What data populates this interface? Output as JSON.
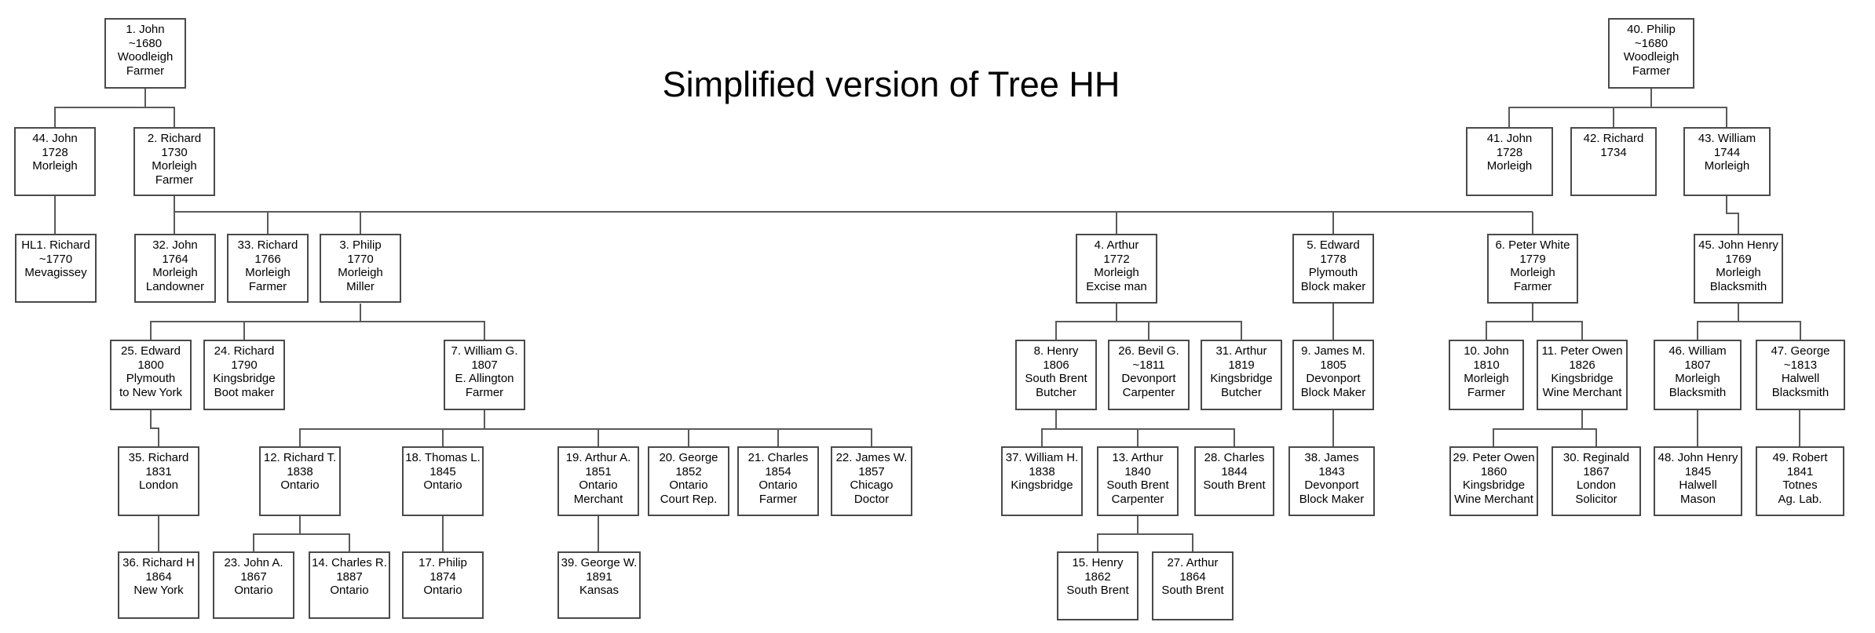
{
  "title": "Simplified version of Tree HH",
  "diagram_type": "family-tree",
  "persons": {
    "p1": {
      "lines": [
        "1. John",
        "~1680",
        "Woodleigh",
        "Farmer"
      ]
    },
    "p40": {
      "lines": [
        "40. Philip",
        "~1680",
        "Woodleigh",
        "Farmer"
      ]
    },
    "p44": {
      "lines": [
        "44. John",
        "1728",
        "Morleigh"
      ]
    },
    "p2": {
      "lines": [
        "2. Richard",
        "1730",
        "Morleigh",
        "Farmer"
      ]
    },
    "p41": {
      "lines": [
        "41. John",
        "1728",
        "Morleigh"
      ]
    },
    "p42": {
      "lines": [
        "42. Richard",
        "1734"
      ]
    },
    "p43": {
      "lines": [
        "43. William",
        "1744",
        "Morleigh"
      ]
    },
    "pHL1": {
      "lines": [
        "HL1. Richard",
        "~1770",
        "Mevagissey"
      ]
    },
    "p32": {
      "lines": [
        "32. John",
        "1764",
        "Morleigh",
        "Landowner"
      ]
    },
    "p33": {
      "lines": [
        "33. Richard",
        "1766",
        "Morleigh",
        "Farmer"
      ]
    },
    "p3": {
      "lines": [
        "3. Philip",
        "1770",
        "Morleigh",
        "Miller"
      ]
    },
    "p4": {
      "lines": [
        "4. Arthur",
        "1772",
        "Morleigh",
        "Excise man"
      ]
    },
    "p5": {
      "lines": [
        "5. Edward",
        "1778",
        "Plymouth",
        "Block maker"
      ]
    },
    "p6": {
      "lines": [
        "6. Peter White",
        "1779",
        "Morleigh",
        "Farmer"
      ]
    },
    "p45": {
      "lines": [
        "45. John Henry",
        "1769",
        "Morleigh",
        "Blacksmith"
      ]
    },
    "p25": {
      "lines": [
        "25. Edward",
        "1800",
        "Plymouth",
        "to New York"
      ]
    },
    "p24": {
      "lines": [
        "24. Richard",
        "1790",
        "Kingsbridge",
        "Boot maker"
      ]
    },
    "p7": {
      "lines": [
        "7. William G.",
        "1807",
        "E. Allington",
        "Farmer"
      ]
    },
    "p8": {
      "lines": [
        "8. Henry",
        "1806",
        "South Brent",
        "Butcher"
      ]
    },
    "p26": {
      "lines": [
        "26. Bevil G.",
        "~1811",
        "Devonport",
        "Carpenter"
      ]
    },
    "p31": {
      "lines": [
        "31. Arthur",
        "1819",
        "Kingsbridge",
        "Butcher"
      ]
    },
    "p9": {
      "lines": [
        "9. James M.",
        "1805",
        "Devonport",
        "Block Maker"
      ]
    },
    "p10": {
      "lines": [
        "10. John",
        "1810",
        "Morleigh",
        "Farmer"
      ]
    },
    "p11": {
      "lines": [
        "11. Peter Owen",
        "1826",
        "Kingsbridge",
        "Wine Merchant"
      ]
    },
    "p46": {
      "lines": [
        "46. William",
        "1807",
        "Morleigh",
        "Blacksmith"
      ]
    },
    "p47": {
      "lines": [
        "47. George",
        "~1813",
        "Halwell",
        "Blacksmith"
      ]
    },
    "p35": {
      "lines": [
        "35. Richard",
        "1831",
        "London"
      ]
    },
    "p12": {
      "lines": [
        "12. Richard T.",
        "1838",
        "Ontario"
      ]
    },
    "p18": {
      "lines": [
        "18. Thomas L.",
        "1845",
        "Ontario"
      ]
    },
    "p19": {
      "lines": [
        "19. Arthur A.",
        "1851",
        "Ontario",
        "Merchant"
      ]
    },
    "p20": {
      "lines": [
        "20. George",
        "1852",
        "Ontario",
        "Court Rep."
      ]
    },
    "p21": {
      "lines": [
        "21. Charles",
        "1854",
        "Ontario",
        "Farmer"
      ]
    },
    "p22": {
      "lines": [
        "22. James W.",
        "1857",
        "Chicago",
        "Doctor"
      ]
    },
    "p37": {
      "lines": [
        "37. William H.",
        "1838",
        "Kingsbridge"
      ]
    },
    "p13": {
      "lines": [
        "13. Arthur",
        "1840",
        "South Brent",
        "Carpenter"
      ]
    },
    "p28": {
      "lines": [
        "28. Charles",
        "1844",
        "South Brent"
      ]
    },
    "p38": {
      "lines": [
        "38. James",
        "1843",
        "Devonport",
        "Block Maker"
      ]
    },
    "p29": {
      "lines": [
        "29. Peter Owen",
        "1860",
        "Kingsbridge",
        "Wine Merchant"
      ]
    },
    "p30": {
      "lines": [
        "30. Reginald",
        "1867",
        "London",
        "Solicitor"
      ]
    },
    "p48": {
      "lines": [
        "48. John Henry",
        "1845",
        "Halwell",
        "Mason"
      ]
    },
    "p49": {
      "lines": [
        "49. Robert",
        "1841",
        "Totnes",
        "Ag. Lab."
      ]
    },
    "p36": {
      "lines": [
        "36. Richard H",
        "1864",
        "New York"
      ]
    },
    "p23": {
      "lines": [
        "23. John A.",
        "1867",
        "Ontario"
      ]
    },
    "p14": {
      "lines": [
        "14. Charles R.",
        "1887",
        "Ontario"
      ]
    },
    "p17": {
      "lines": [
        "17. Philip",
        "1874",
        "Ontario"
      ]
    },
    "p39": {
      "lines": [
        "39. George W.",
        "1891",
        "Kansas"
      ]
    },
    "p15": {
      "lines": [
        "15. Henry",
        "1862",
        "South Brent"
      ]
    },
    "p27": {
      "lines": [
        "27. Arthur",
        "1864",
        "South Brent"
      ]
    }
  },
  "edges": [
    [
      "1",
      "44"
    ],
    [
      "1",
      "2"
    ],
    [
      "40",
      "41"
    ],
    [
      "40",
      "42"
    ],
    [
      "40",
      "43"
    ],
    [
      "44",
      "HL1"
    ],
    [
      "2",
      "32"
    ],
    [
      "2",
      "33"
    ],
    [
      "2",
      "3"
    ],
    [
      "2",
      "4"
    ],
    [
      "2",
      "5"
    ],
    [
      "2",
      "6"
    ],
    [
      "43",
      "45"
    ],
    [
      "3",
      "25"
    ],
    [
      "3",
      "24"
    ],
    [
      "3",
      "7"
    ],
    [
      "4",
      "8"
    ],
    [
      "4",
      "26"
    ],
    [
      "4",
      "31"
    ],
    [
      "5",
      "9"
    ],
    [
      "6",
      "10"
    ],
    [
      "6",
      "11"
    ],
    [
      "45",
      "46"
    ],
    [
      "45",
      "47"
    ],
    [
      "25",
      "35"
    ],
    [
      "35",
      "36"
    ],
    [
      "7",
      "12"
    ],
    [
      "7",
      "18"
    ],
    [
      "7",
      "19"
    ],
    [
      "7",
      "20"
    ],
    [
      "7",
      "21"
    ],
    [
      "7",
      "22"
    ],
    [
      "12",
      "23"
    ],
    [
      "12",
      "14"
    ],
    [
      "18",
      "17"
    ],
    [
      "19",
      "39"
    ],
    [
      "8",
      "37"
    ],
    [
      "8",
      "13"
    ],
    [
      "8",
      "28"
    ],
    [
      "9",
      "38"
    ],
    [
      "13",
      "15"
    ],
    [
      "13",
      "27"
    ],
    [
      "11",
      "29"
    ],
    [
      "11",
      "30"
    ],
    [
      "46",
      "48"
    ],
    [
      "47",
      "49"
    ]
  ]
}
